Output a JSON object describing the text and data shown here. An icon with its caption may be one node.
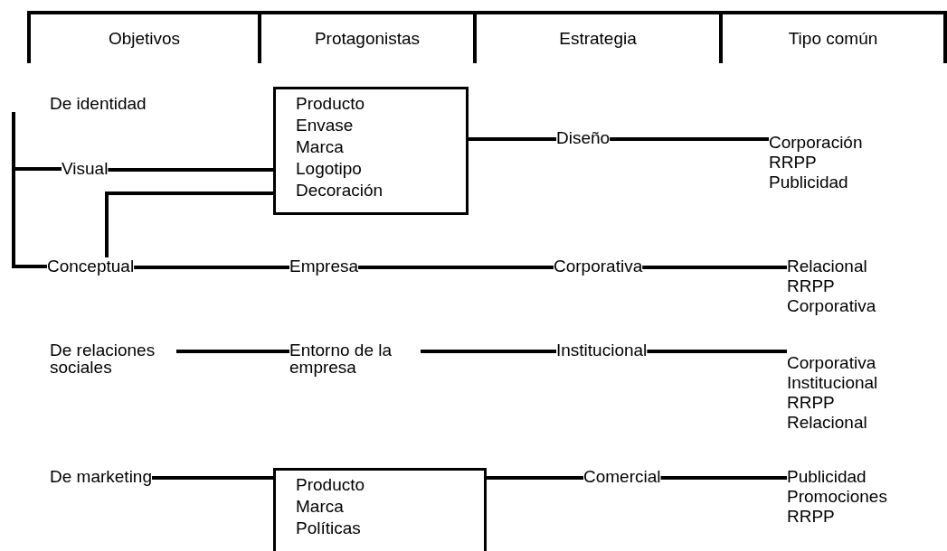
{
  "diagram": {
    "nodes": [
      {
        "text": [
          "De identidad"
        ]
      },
      {
        "text": [
          "Visual"
        ]
      },
      {
        "text": [
          "Producto",
          "Envase",
          "Marca",
          "Logotipo",
          "Decoración"
        ]
      },
      {
        "text": [
          "Diseño"
        ]
      },
      {
        "text": [
          "Corporación",
          "RRPP",
          "Publicidad"
        ]
      },
      {
        "text": [
          "Conceptual"
        ]
      },
      {
        "text": [
          "Empresa"
        ]
      },
      {
        "text": [
          "Corporativa"
        ]
      },
      {
        "text": [
          "Relacional",
          "RRPP",
          "Corporativa"
        ]
      },
      {
        "text": [
          "De relaciones sociales"
        ]
      },
      {
        "text": [
          "Entorno de la empresa"
        ]
      },
      {
        "text": [
          "Institucional"
        ]
      },
      {
        "text": [
          "Corporativa",
          "Institucional",
          "RRPP",
          "Relacional"
        ]
      },
      {
        "text": [
          "De marketing"
        ]
      },
      {
        "text": [
          "Producto",
          "Marca",
          "Políticas"
        ]
      },
      {
        "text": [
          "Comercial"
        ]
      },
      {
        "text": [
          "Publicidad",
          "Promociones",
          "RRPP"
        ]
      }
    ],
    "edges": [
      {
        "from": 0,
        "to": 1,
        "arrow": "none"
      },
      {
        "from": 0,
        "to": 5,
        "arrow": "none"
      },
      {
        "from": 1,
        "to": 2,
        "arrow": "none"
      },
      {
        "from": 2,
        "to": 5,
        "arrow": "none"
      },
      {
        "from": 2,
        "to": 3,
        "arrow": "none"
      },
      {
        "from": 3,
        "to": 4,
        "arrow": "none"
      },
      {
        "from": 5,
        "to": 6,
        "arrow": "none"
      },
      {
        "from": 6,
        "to": 7,
        "arrow": "none"
      },
      {
        "from": 7,
        "to": 8,
        "arrow": "none"
      },
      {
        "from": 9,
        "to": 10,
        "arrow": "none"
      },
      {
        "from": 10,
        "to": 11,
        "arrow": "none"
      },
      {
        "from": 11,
        "to": 12,
        "arrow": "none"
      },
      {
        "from": 13,
        "to": 14,
        "arrow": "none"
      },
      {
        "from": 14,
        "to": 15,
        "arrow": "none"
      },
      {
        "from": 15,
        "to": 16,
        "arrow": "none"
      }
    ],
    "labels": [
      "Objetivos",
      "Protagonistas",
      "Estrategia",
      "Tipo común"
    ]
  }
}
